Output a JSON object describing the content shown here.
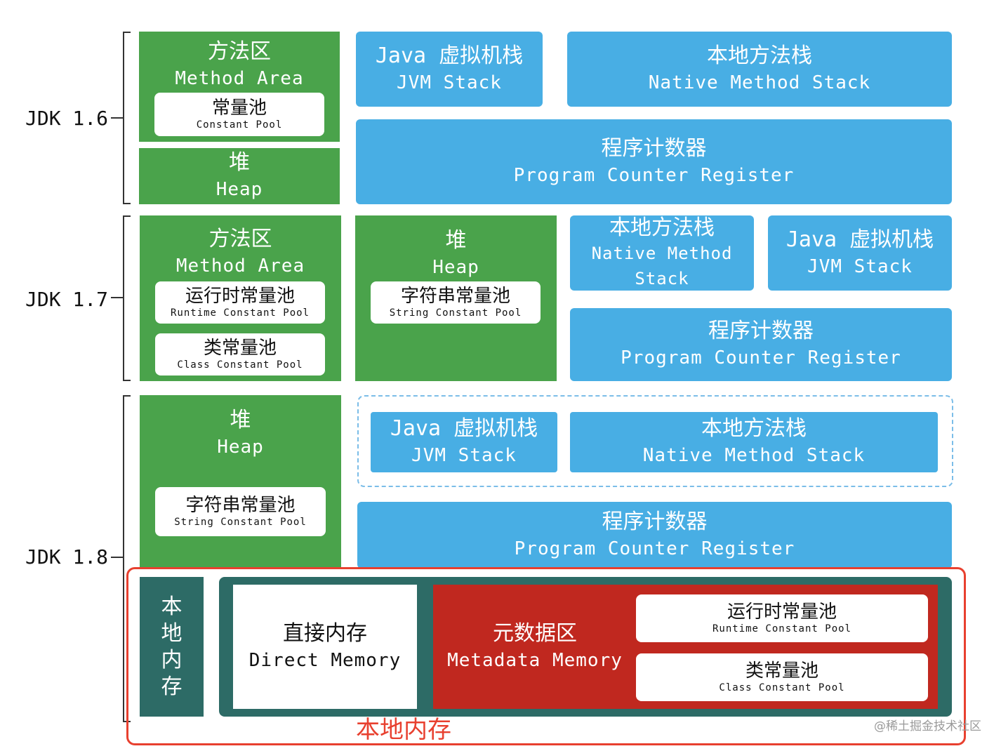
{
  "jdk16": {
    "label": "JDK 1.6",
    "method_area": {
      "cn": "方法区",
      "en": "Method Area",
      "pool": {
        "cn": "常量池",
        "en": "Constant Pool"
      }
    },
    "heap": {
      "cn": "堆",
      "en": "Heap"
    },
    "jvm_stack": {
      "cn": "Java 虚拟机栈",
      "en": "JVM Stack"
    },
    "native_stack": {
      "cn": "本地方法栈",
      "en": "Native Method Stack"
    },
    "pc": {
      "cn": "程序计数器",
      "en": "Program Counter Register"
    }
  },
  "jdk17": {
    "label": "JDK 1.7",
    "method_area": {
      "cn": "方法区",
      "en": "Method Area",
      "runtime_pool": {
        "cn": "运行时常量池",
        "en": "Runtime Constant Pool"
      },
      "class_pool": {
        "cn": "类常量池",
        "en": "Class Constant Pool"
      }
    },
    "heap": {
      "cn": "堆",
      "en": "Heap",
      "string_pool": {
        "cn": "字符串常量池",
        "en": "String Constant Pool"
      }
    },
    "native_stack": {
      "cn": "本地方法栈",
      "en1": "Native Method",
      "en2": "Stack"
    },
    "jvm_stack": {
      "cn": "Java 虚拟机栈",
      "en": "JVM Stack"
    },
    "pc": {
      "cn": "程序计数器",
      "en": "Program Counter Register"
    }
  },
  "jdk18": {
    "label": "JDK 1.8",
    "heap": {
      "cn": "堆",
      "en": "Heap",
      "string_pool": {
        "cn": "字符串常量池",
        "en": "String Constant Pool"
      }
    },
    "jvm_stack": {
      "cn": "Java 虚拟机栈",
      "en": "JVM Stack"
    },
    "native_stack": {
      "cn": "本地方法栈",
      "en": "Native Method Stack"
    },
    "pc": {
      "cn": "程序计数器",
      "en": "Program Counter Register"
    },
    "native_memory": {
      "chars": [
        "本",
        "地",
        "内",
        "存"
      ]
    },
    "direct_memory": {
      "cn": "直接内存",
      "en": "Direct Memory"
    },
    "metadata": {
      "cn": "元数据区",
      "en": "Metadata Memory",
      "runtime_pool": {
        "cn": "运行时常量池",
        "en": "Runtime Constant Pool"
      },
      "class_pool": {
        "cn": "类常量池",
        "en": "Class Constant Pool"
      }
    },
    "native_memory_label": "本地内存"
  },
  "watermark": "@稀土掘金技术社区",
  "colors": {
    "green": "#4aa34b",
    "blue": "#48aee4",
    "teal": "#2d6b66",
    "red": "#c0281f",
    "frame": "#e8402f"
  }
}
